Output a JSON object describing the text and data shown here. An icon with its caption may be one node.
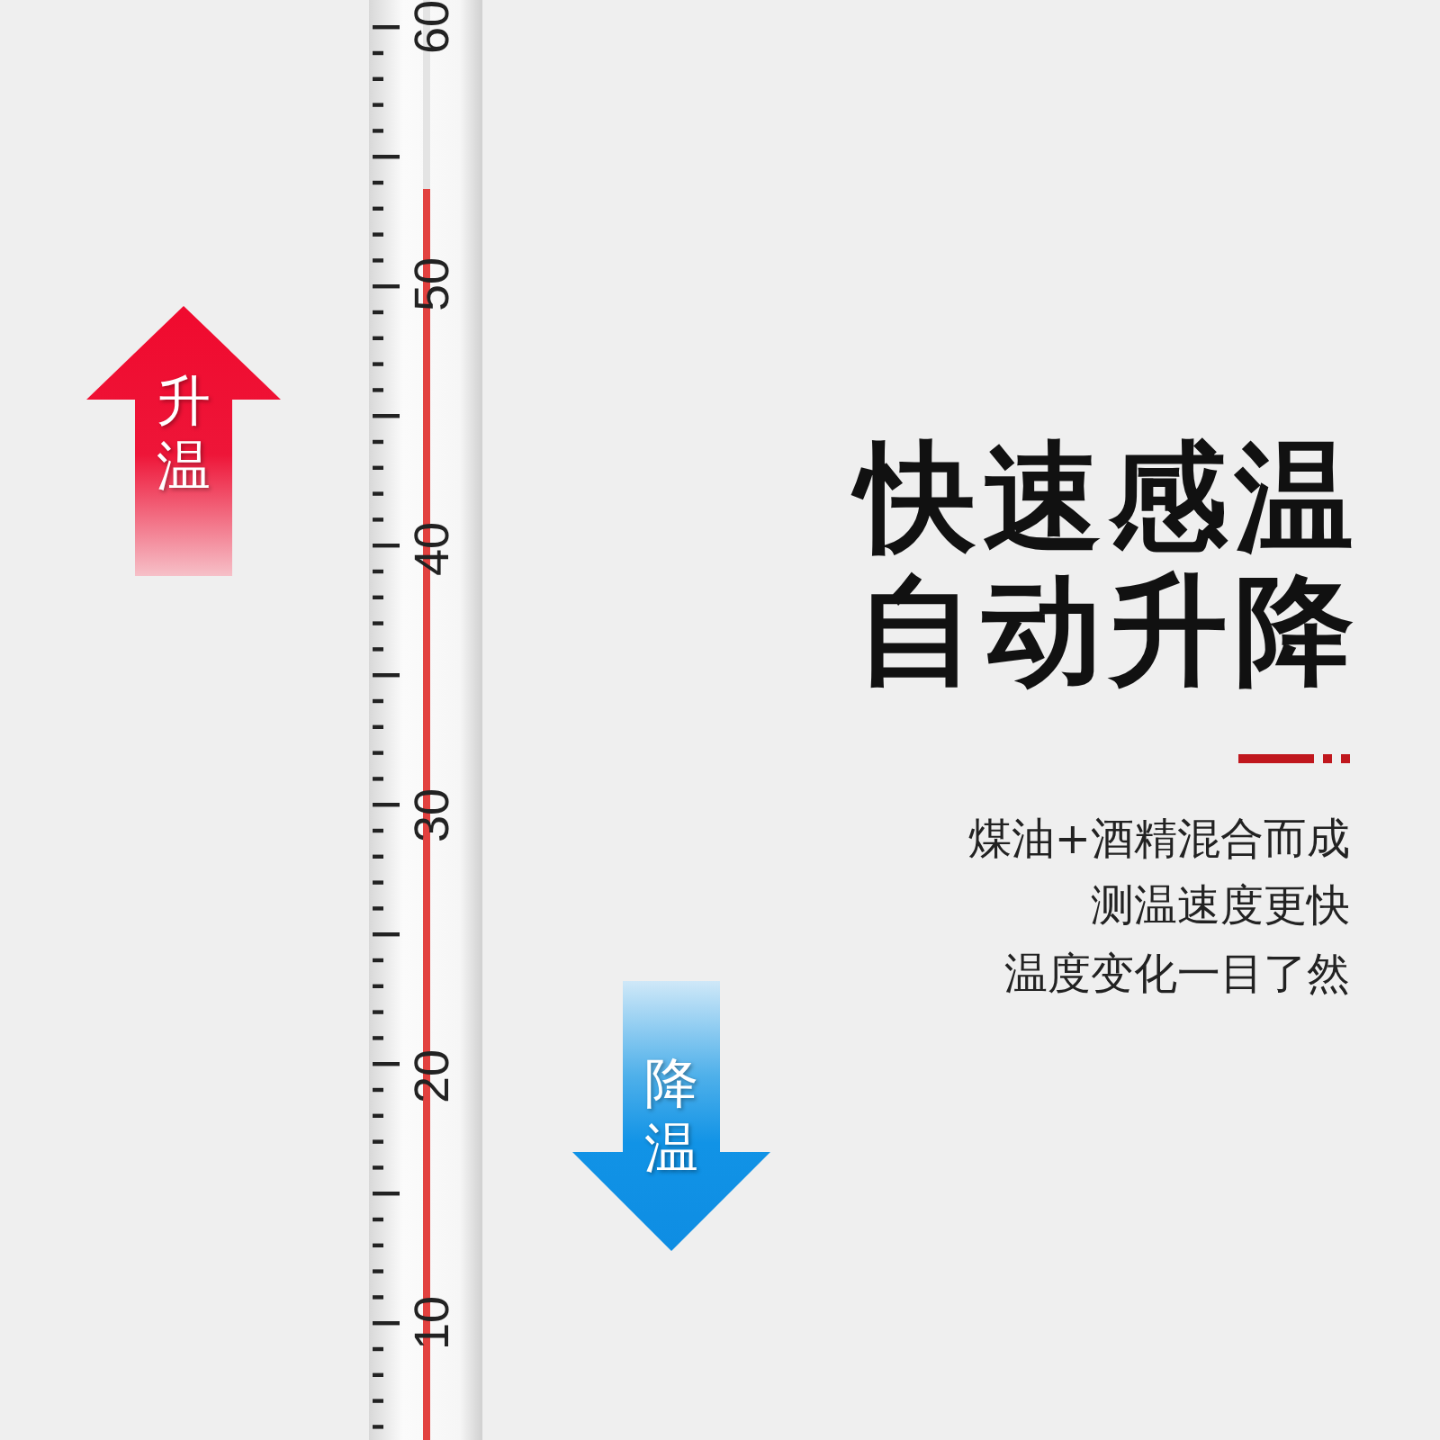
{
  "diagram": {
    "title": "快速感温自动升降",
    "nodes": [
      {
        "text": [
          "升温"
        ]
      },
      {
        "text": [
          "降温"
        ]
      }
    ],
    "edges": [],
    "labels": [
      "60",
      "50",
      "40",
      "30",
      "20",
      "10",
      "煤油+酒精混合而成",
      "测温速度更快",
      "温度变化一目了然"
    ]
  }
}
